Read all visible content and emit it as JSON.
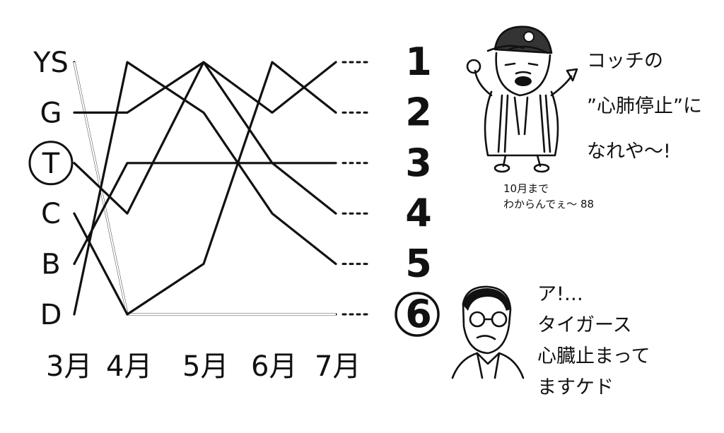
{
  "chart_data": {
    "type": "line",
    "title": "",
    "xlabel": "",
    "ylabel": "",
    "x": [
      "3月",
      "4月",
      "5月",
      "6月",
      "7月"
    ],
    "rank_ticks": [
      "1",
      "2",
      "3",
      "4",
      "5",
      "6"
    ],
    "highlighted_rank": "6",
    "ylim": [
      1,
      6
    ],
    "invert_y": true,
    "grid": false,
    "series": [
      {
        "name": "YS",
        "values": [
          1,
          6,
          6,
          6,
          6
        ]
      },
      {
        "name": "G",
        "values": [
          2,
          2,
          1,
          2,
          1
        ]
      },
      {
        "name": "T",
        "values": [
          3,
          4,
          1,
          3,
          3
        ]
      },
      {
        "name": "C",
        "values": [
          4,
          6,
          5,
          1,
          2
        ]
      },
      {
        "name": "B",
        "values": [
          5,
          3,
          3,
          3,
          4
        ]
      },
      {
        "name": "D",
        "values": [
          6,
          1,
          2,
          4,
          5
        ]
      }
    ]
  },
  "annotations": {
    "upper_speech": [
      "コッチの",
      "”心肺停止”に",
      "なれや〜!"
    ],
    "upper_note": [
      "10月まで",
      "わからんでぇ〜 88"
    ],
    "lower_speech": [
      "ア!…",
      "タイガース",
      "心臓止まって",
      "ますケド"
    ]
  }
}
